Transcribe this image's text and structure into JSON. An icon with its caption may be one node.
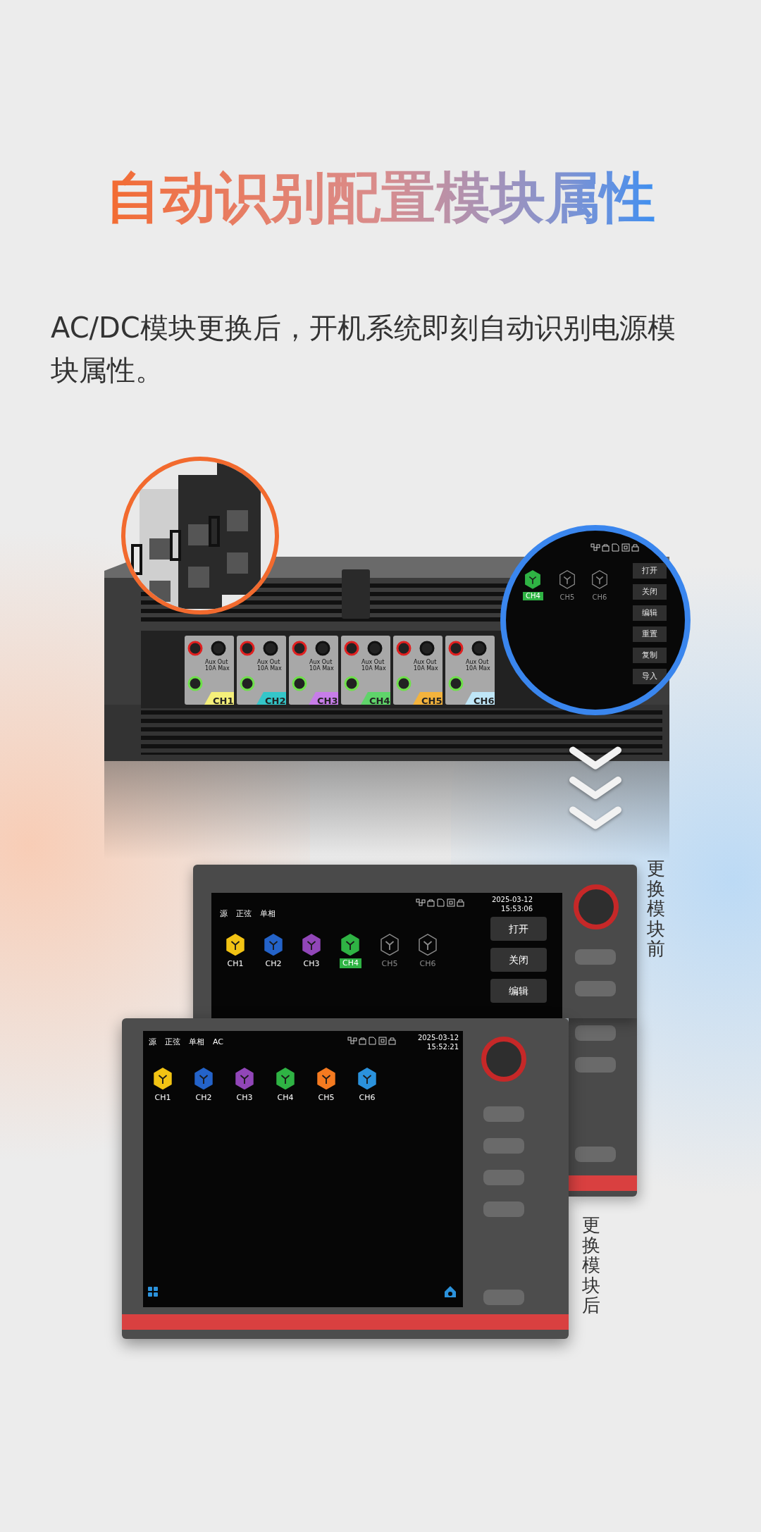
{
  "diagram": {
    "title": "自动识别配置模块属性",
    "nodes": [
      {
        "text": [
          "CH4",
          "CH5",
          "CH6",
          "打开",
          "关闭",
          "编辑",
          "重置",
          "复制",
          "导入"
        ]
      },
      {
        "text": [
          "源",
          "正弦",
          "单相",
          "2025-03-12 15:53:06",
          "CH1",
          "CH2",
          "CH3",
          "CH4",
          "CH5",
          "CH6",
          "打开",
          "关闭",
          "编辑"
        ],
        "beside": [
          "更换模块前"
        ]
      },
      {
        "text": [
          "源",
          "正弦",
          "单相",
          "AC",
          "2025-03-12 15:52:21",
          "CH1",
          "CH2",
          "CH3",
          "CH4",
          "CH5",
          "CH6"
        ],
        "beside": [
          "更换模块后"
        ]
      }
    ],
    "edges": [
      {
        "from": 0,
        "to": 1,
        "arrow": "to"
      }
    ],
    "labels": [
      "AC/DC模块更换后，开机系统即刻自动识别电源模块属性。",
      "Aux Out 10A Max",
      "CH1",
      "Aux Out 10A Max",
      "CH2",
      "Aux Out 10A Max",
      "CH3",
      "Aux Out 10A Max",
      "CH4",
      "Aux Out 10A Max",
      "CH5",
      "Aux Out 10A Max",
      "CH6"
    ]
  }
}
